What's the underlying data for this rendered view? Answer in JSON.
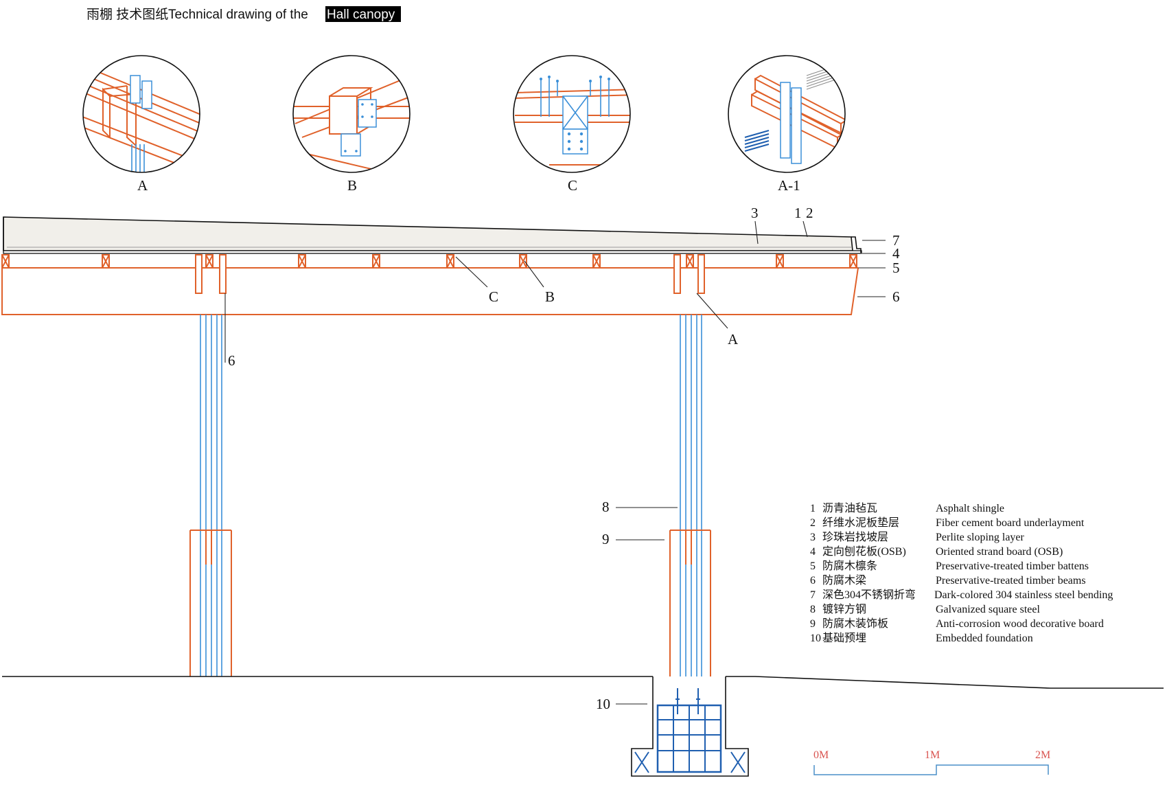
{
  "title": {
    "zh": "雨棚 技术图纸",
    "en_prefix": "Technical drawing of the",
    "en_highlight": "Hall canopy"
  },
  "details": [
    {
      "label": "A"
    },
    {
      "label": "B"
    },
    {
      "label": "C"
    },
    {
      "label": "A-1"
    }
  ],
  "callouts": {
    "c1": "1",
    "c2": "2",
    "c3": "3",
    "c4": "4",
    "c5": "5",
    "c6": "6",
    "c7": "7",
    "c8": "8",
    "c9": "9",
    "c10": "10",
    "cA": "A",
    "cB": "B",
    "cC": "C"
  },
  "legend": [
    {
      "num": "1",
      "zh": "沥青油毡瓦",
      "en": "Asphalt shingle"
    },
    {
      "num": "2",
      "zh": "纤维水泥板垫层",
      "en": "Fiber cement board underlayment"
    },
    {
      "num": "3",
      "zh": "珍珠岩找坡层",
      "en": "Perlite sloping layer"
    },
    {
      "num": "4",
      "zh": "定向刨花板(OSB)",
      "en": "Oriented strand board (OSB)"
    },
    {
      "num": "5",
      "zh": "防腐木檩条",
      "en": "Preservative-treated timber battens"
    },
    {
      "num": "6",
      "zh": "防腐木梁",
      "en": "Preservative-treated timber beams"
    },
    {
      "num": "7",
      "zh": "深色304不锈钢折弯",
      "en": "Dark-colored 304 stainless steel bending"
    },
    {
      "num": "8",
      "zh": "镀锌方钢",
      "en": "Galvanized square steel"
    },
    {
      "num": "9",
      "zh": "防腐木装饰板",
      "en": "Anti-corrosion wood decorative board"
    },
    {
      "num": "10",
      "zh": "基础预埋",
      "en": "Embedded foundation"
    }
  ],
  "scale": {
    "labels": [
      "0M",
      "1M",
      "2M"
    ]
  },
  "colors": {
    "timber": "#e0612a",
    "steel": "#3a8fd8",
    "scale_text": "#d9534f",
    "scale_bar": "#4a8fc8",
    "roof_fill": "#f1efea"
  }
}
